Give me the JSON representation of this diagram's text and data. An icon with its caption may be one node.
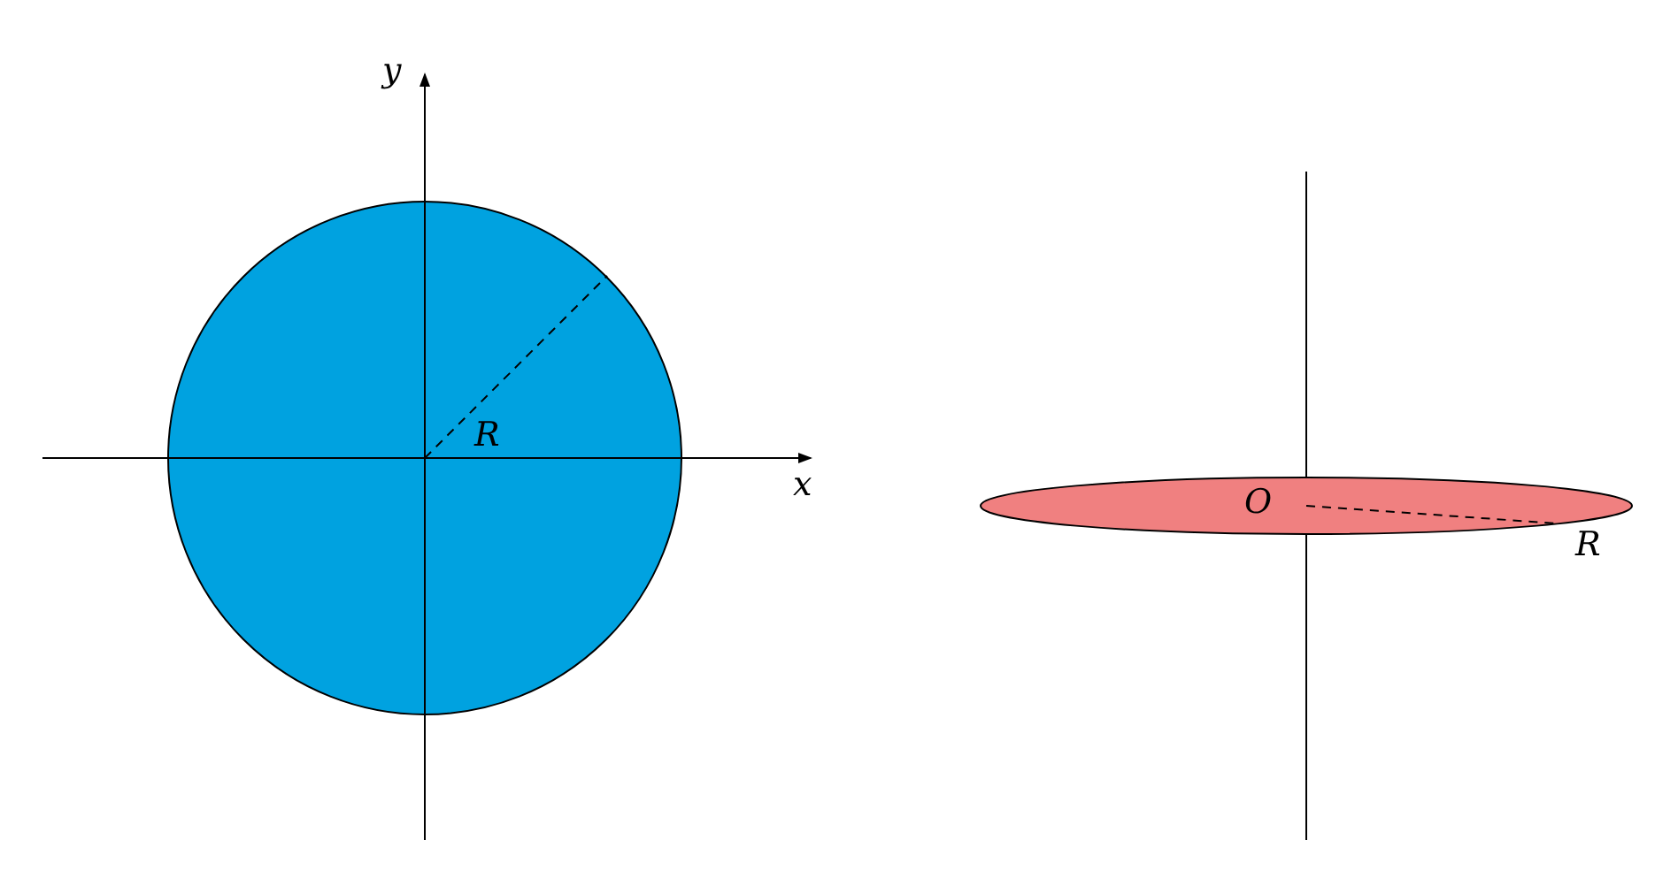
{
  "diagram": {
    "labels": [
      "y",
      "R",
      "x",
      "O",
      "R"
    ]
  }
}
